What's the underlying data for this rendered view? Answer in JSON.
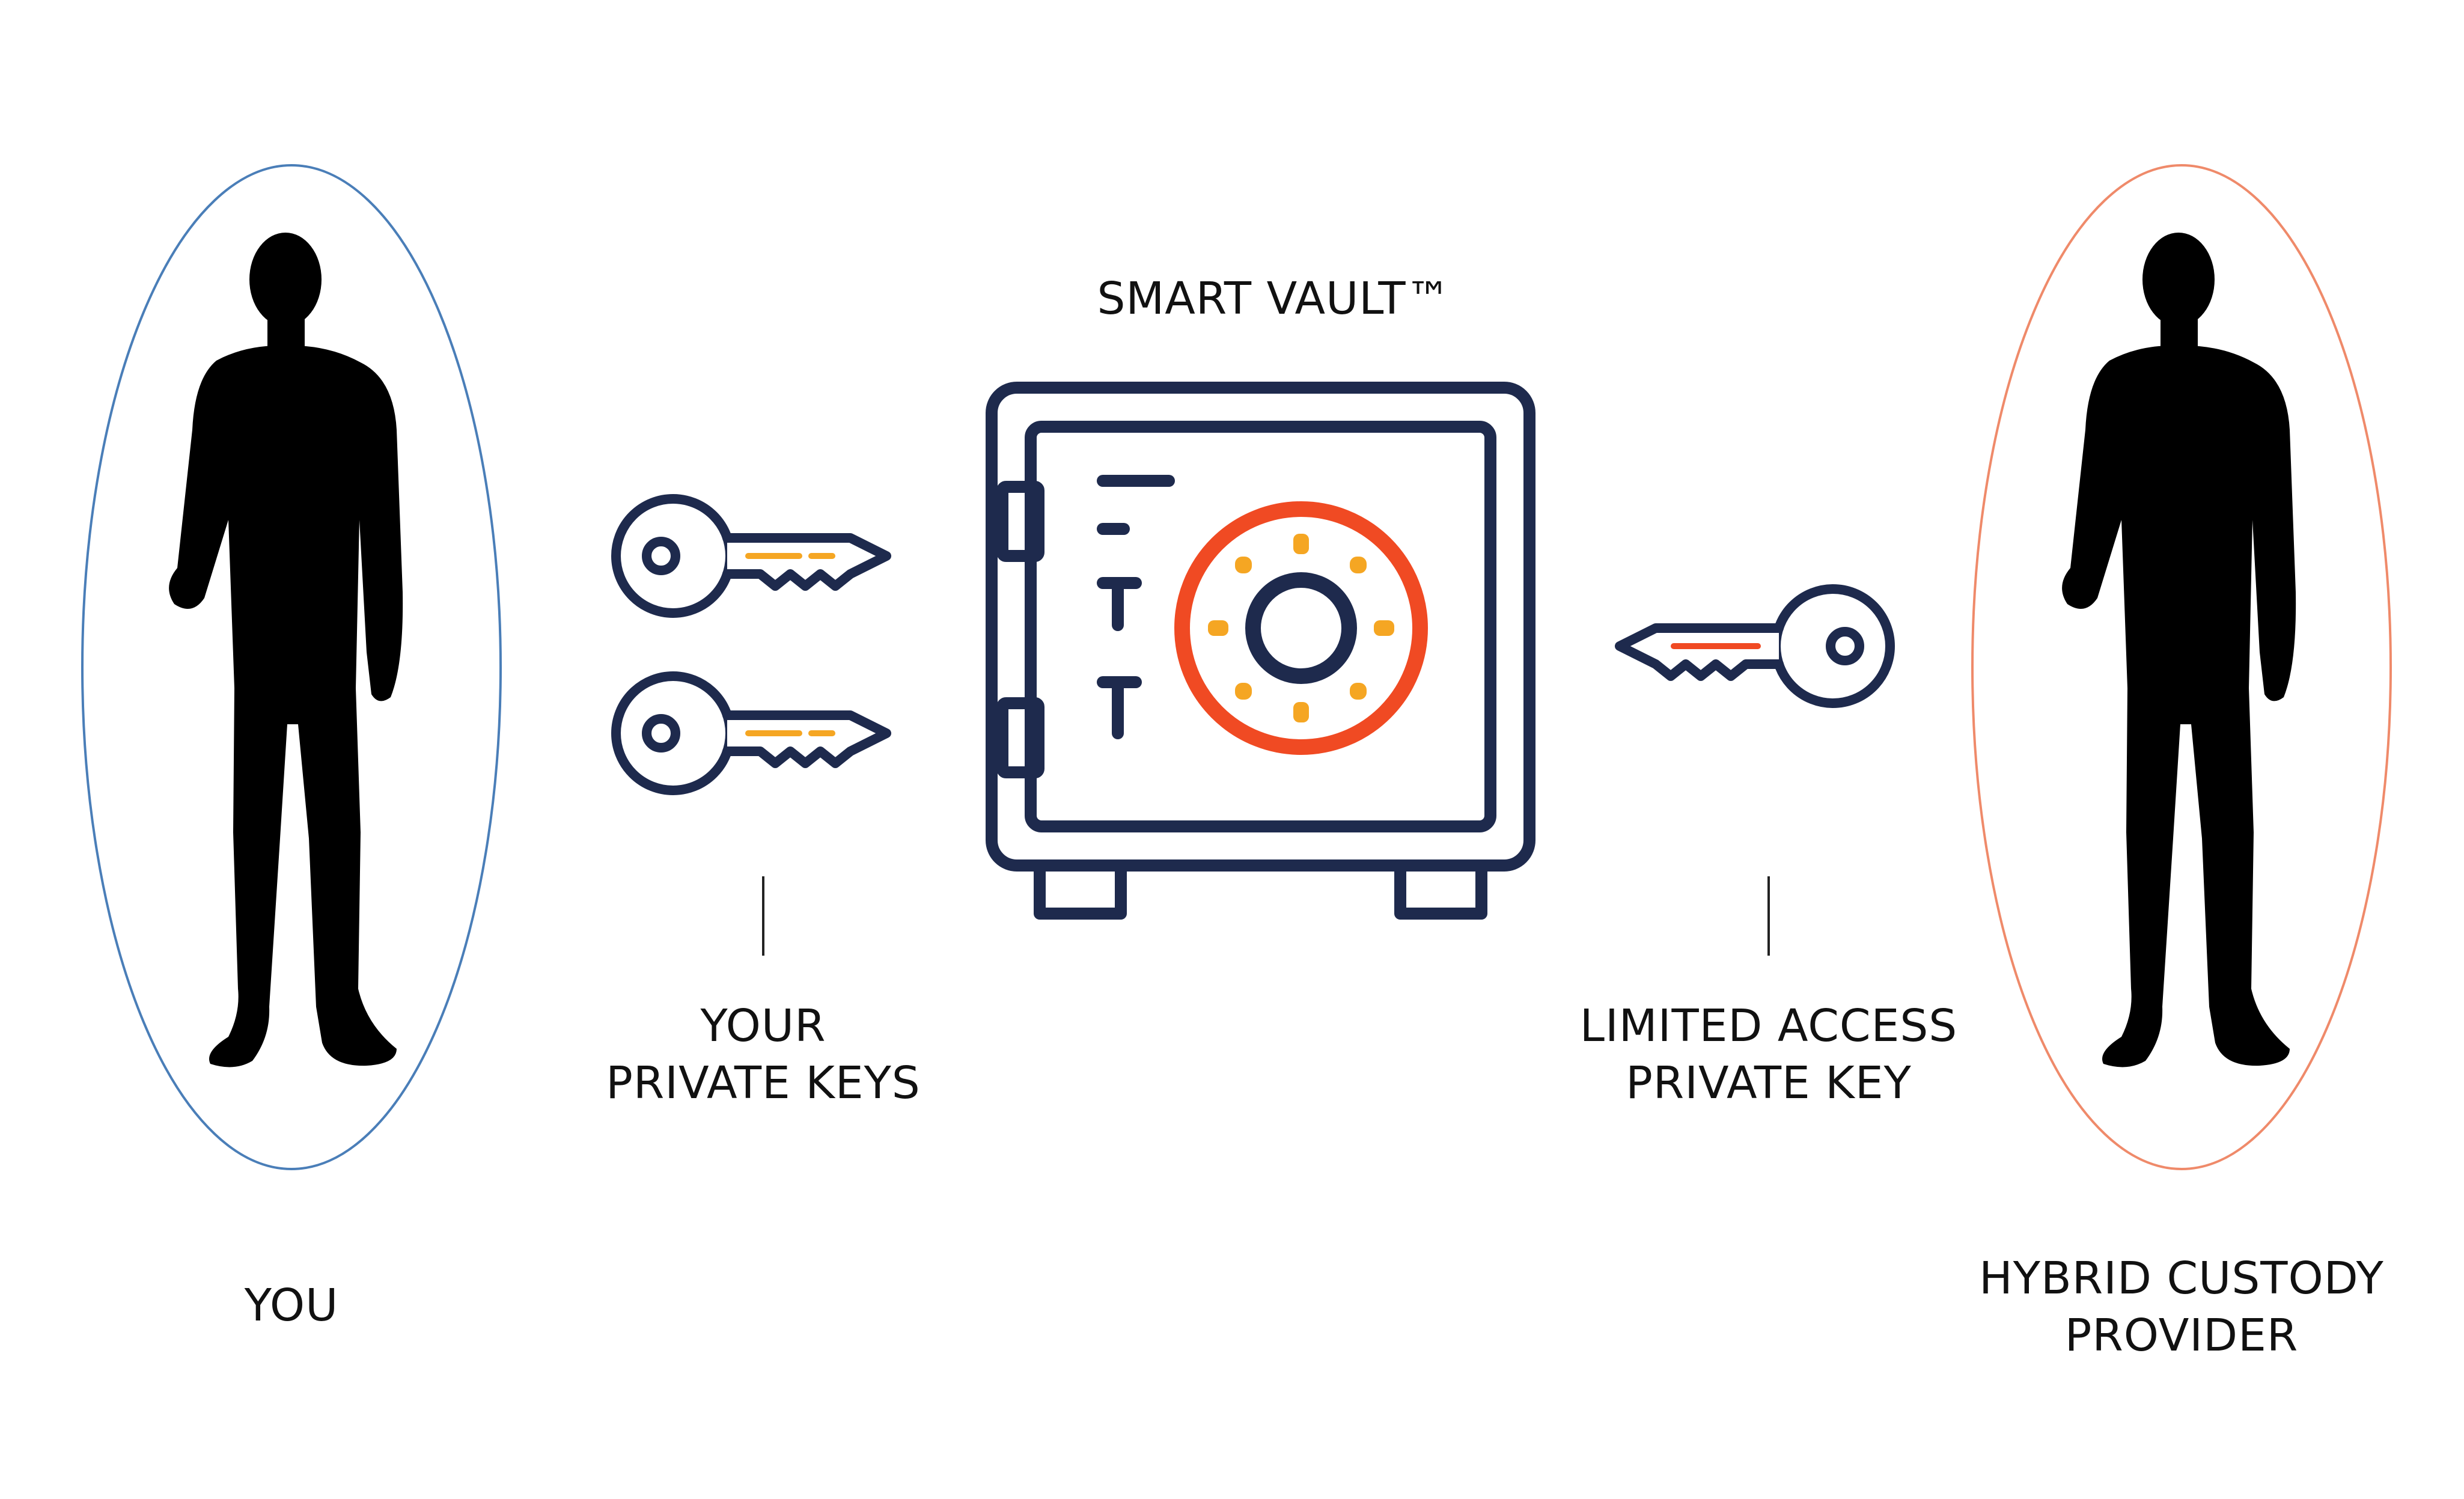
{
  "labels": {
    "you": "YOU",
    "vault": "SMART VAULT™",
    "your_keys": {
      "line1": "YOUR",
      "line2": "PRIVATE KEYS"
    },
    "limited_key": {
      "line1": "LIMITED ACCESS",
      "line2": "PRIVATE KEY"
    },
    "provider": {
      "line1": "HYBRID CUSTODY",
      "line2": "PROVIDER"
    }
  },
  "icons": {
    "person": "person-silhouette-icon",
    "key": "key-icon",
    "vault": "safe-vault-icon"
  },
  "colors": {
    "navy": "#1e2a4d",
    "orange": "#f04a23",
    "amber": "#f5a623",
    "you_ellipse": "#4a7eb8",
    "provider_ellipse": "#ef8a6a",
    "silhouette": "#000000"
  }
}
